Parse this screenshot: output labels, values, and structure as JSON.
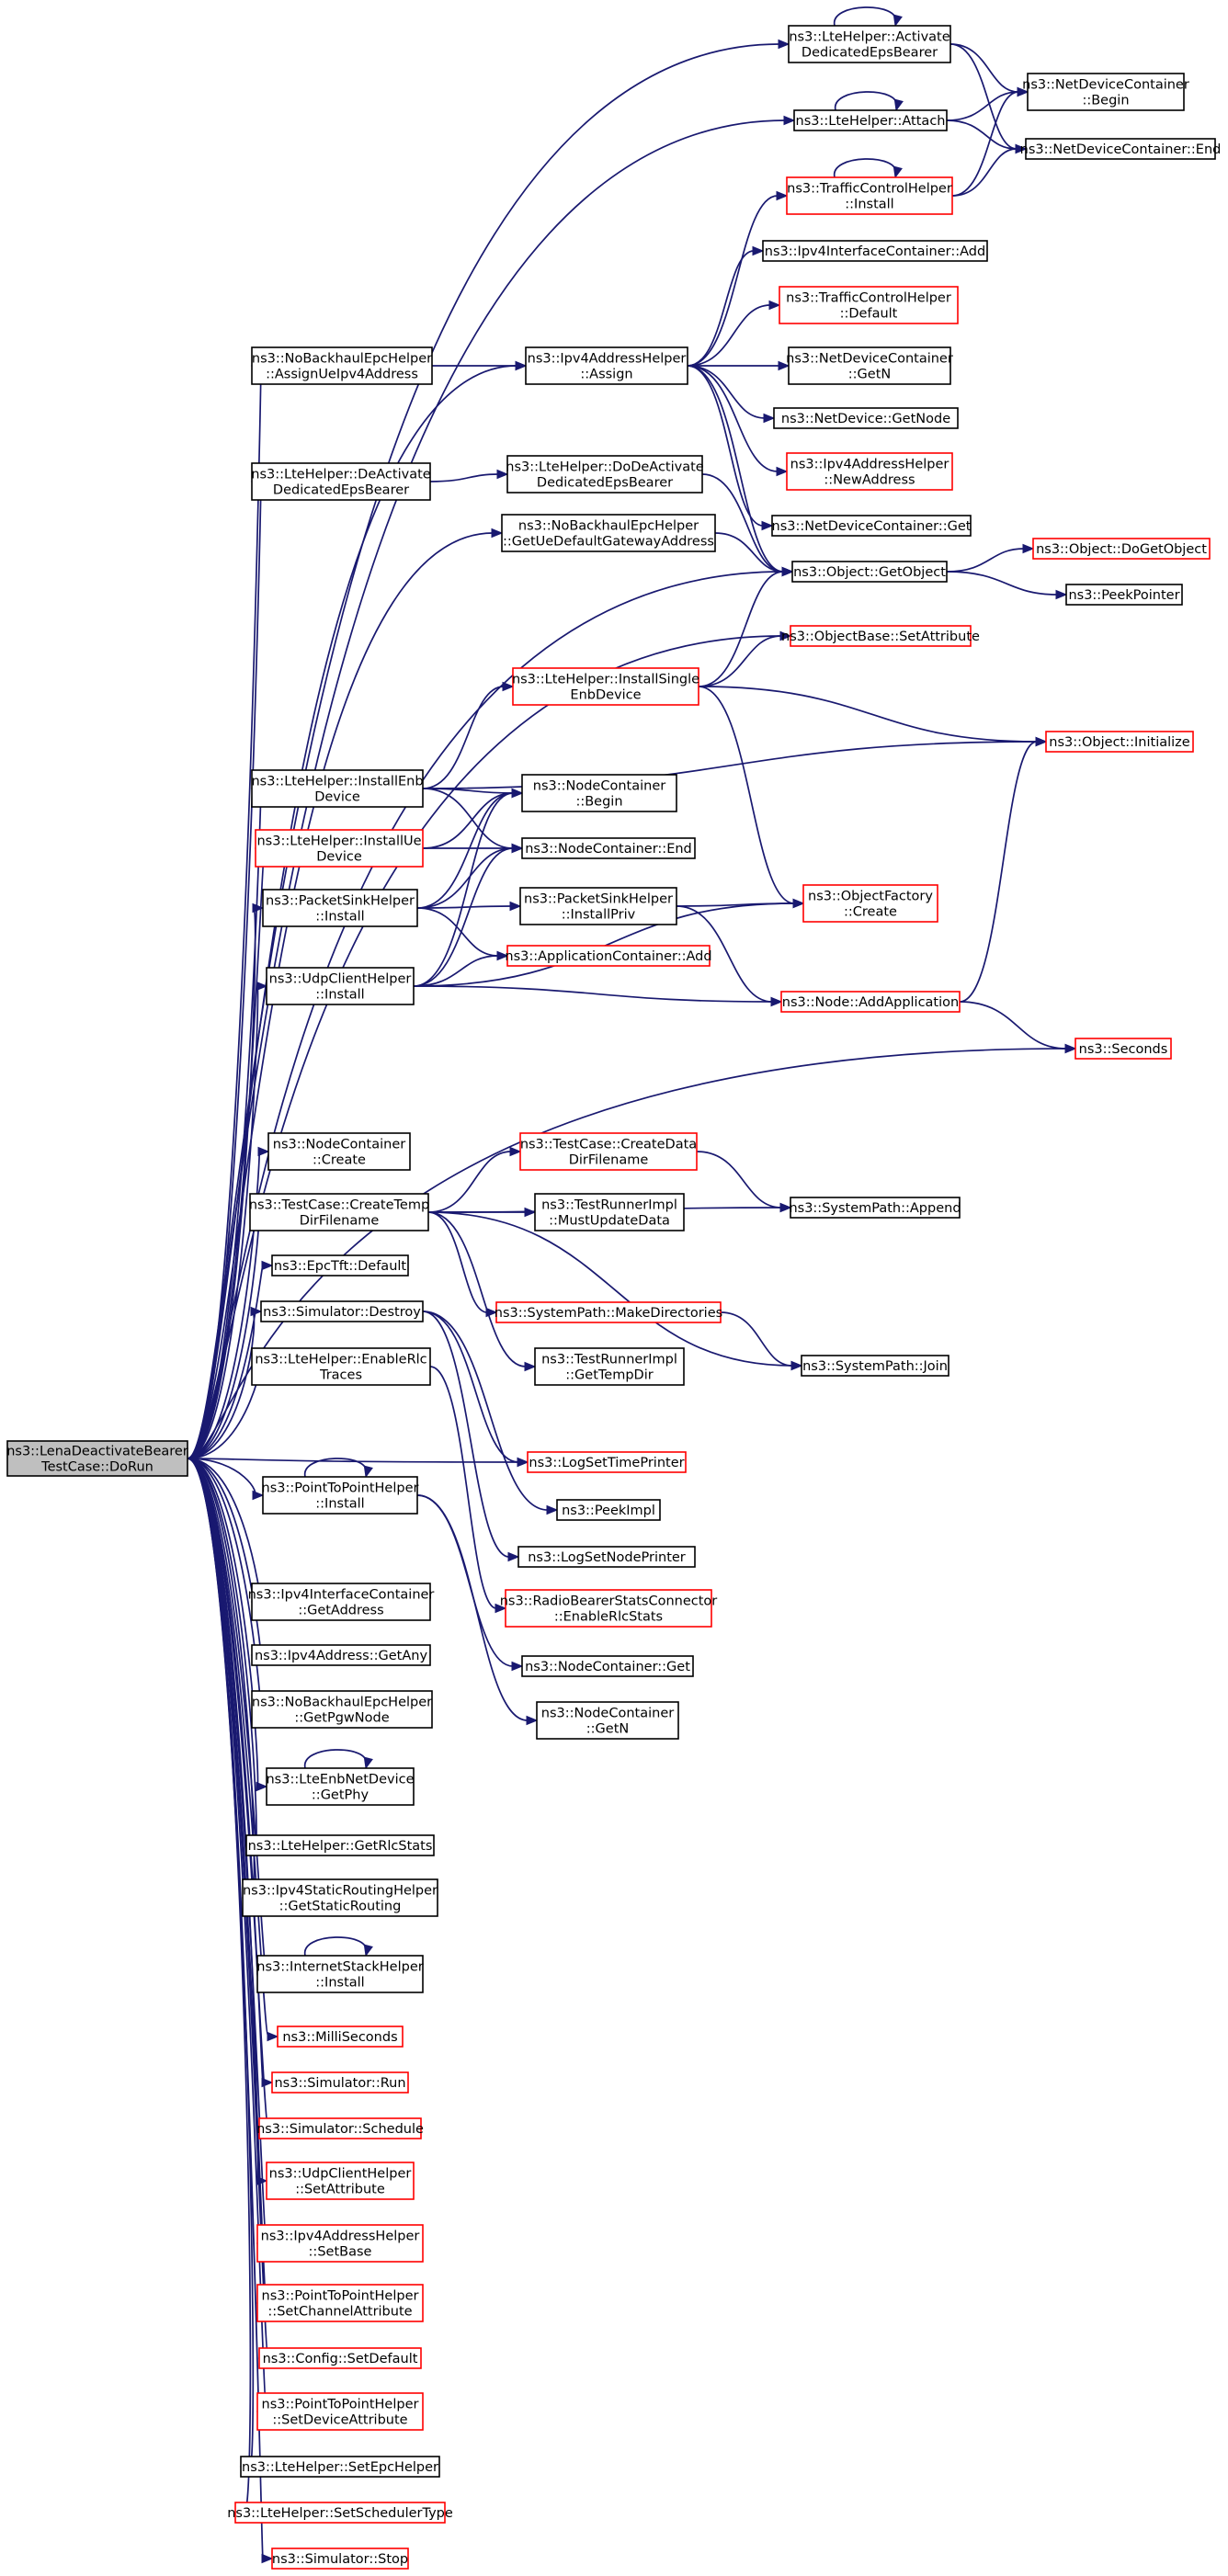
{
  "diagram": {
    "title": "",
    "colors": {
      "edge": "#191970",
      "black_border": "#000000",
      "red_border": "#ff0000",
      "root_fill": "#bfbfbf",
      "node_fill": "#ffffff"
    },
    "nodes": [
      {
        "id": "root",
        "lines": [
          "ns3::LenaDeactivateBearer",
          "TestCase::DoRun"
        ],
        "border": "black",
        "root": true
      },
      {
        "id": "activate",
        "lines": [
          "ns3::LteHelper::Activate",
          "DedicatedEpsBearer"
        ],
        "border": "black"
      },
      {
        "id": "ndc_begin",
        "lines": [
          "ns3::NetDeviceContainer",
          "::Begin"
        ],
        "border": "black"
      },
      {
        "id": "attach",
        "lines": [
          "ns3::LteHelper::Attach"
        ],
        "border": "black"
      },
      {
        "id": "ndc_end",
        "lines": [
          "ns3::NetDeviceContainer::End"
        ],
        "border": "black"
      },
      {
        "id": "tch_install",
        "lines": [
          "ns3::TrafficControlHelper",
          "::Install"
        ],
        "border": "red"
      },
      {
        "id": "ipv4ic_add",
        "lines": [
          "ns3::Ipv4InterfaceContainer::Add"
        ],
        "border": "black"
      },
      {
        "id": "tch_default",
        "lines": [
          "ns3::TrafficControlHelper",
          "::Default"
        ],
        "border": "red"
      },
      {
        "id": "nobh_assign",
        "lines": [
          "ns3::NoBackhaulEpcHelper",
          "::AssignUeIpv4Address"
        ],
        "border": "black"
      },
      {
        "id": "ipv4ah_assign",
        "lines": [
          "ns3::Ipv4AddressHelper",
          "::Assign"
        ],
        "border": "black"
      },
      {
        "id": "ndc_getn",
        "lines": [
          "ns3::NetDeviceContainer",
          "::GetN"
        ],
        "border": "black"
      },
      {
        "id": "nd_getnode",
        "lines": [
          "ns3::NetDevice::GetNode"
        ],
        "border": "black"
      },
      {
        "id": "ipv4ah_newaddr",
        "lines": [
          "ns3::Ipv4AddressHelper",
          "::NewAddress"
        ],
        "border": "red"
      },
      {
        "id": "deactivate",
        "lines": [
          "ns3::LteHelper::DeActivate",
          "DedicatedEpsBearer"
        ],
        "border": "black"
      },
      {
        "id": "dodeactivate",
        "lines": [
          "ns3::LteHelper::DoDeActivate",
          "DedicatedEpsBearer"
        ],
        "border": "black"
      },
      {
        "id": "ndc_get",
        "lines": [
          "ns3::NetDeviceContainer::Get"
        ],
        "border": "black"
      },
      {
        "id": "nobh_gw",
        "lines": [
          "ns3::NoBackhaulEpcHelper",
          "::GetUeDefaultGatewayAddress"
        ],
        "border": "black"
      },
      {
        "id": "obj_getobject",
        "lines": [
          "ns3::Object::GetObject"
        ],
        "border": "black"
      },
      {
        "id": "obj_dogetobject",
        "lines": [
          "ns3::Object::DoGetObject"
        ],
        "border": "red"
      },
      {
        "id": "peekpointer",
        "lines": [
          "ns3::PeekPointer"
        ],
        "border": "black"
      },
      {
        "id": "objbase_setattr",
        "lines": [
          "ns3::ObjectBase::SetAttribute"
        ],
        "border": "red"
      },
      {
        "id": "installsingle",
        "lines": [
          "ns3::LteHelper::InstallSingle",
          "EnbDevice"
        ],
        "border": "red"
      },
      {
        "id": "obj_init",
        "lines": [
          "ns3::Object::Initialize"
        ],
        "border": "red"
      },
      {
        "id": "installenb",
        "lines": [
          "ns3::LteHelper::InstallEnb",
          "Device"
        ],
        "border": "black"
      },
      {
        "id": "nc_begin",
        "lines": [
          "ns3::NodeContainer",
          "::Begin"
        ],
        "border": "black"
      },
      {
        "id": "installue",
        "lines": [
          "ns3::LteHelper::InstallUe",
          "Device"
        ],
        "border": "red"
      },
      {
        "id": "nc_end",
        "lines": [
          "ns3::NodeContainer::End"
        ],
        "border": "black"
      },
      {
        "id": "psh_install",
        "lines": [
          "ns3::PacketSinkHelper",
          "::Install"
        ],
        "border": "black"
      },
      {
        "id": "psh_installpriv",
        "lines": [
          "ns3::PacketSinkHelper",
          "::InstallPriv"
        ],
        "border": "black"
      },
      {
        "id": "objfactory_create",
        "lines": [
          "ns3::ObjectFactory",
          "::Create"
        ],
        "border": "red"
      },
      {
        "id": "appc_add",
        "lines": [
          "ns3::ApplicationContainer::Add"
        ],
        "border": "red"
      },
      {
        "id": "uch_install",
        "lines": [
          "ns3::UdpClientHelper",
          "::Install"
        ],
        "border": "black"
      },
      {
        "id": "node_addapp",
        "lines": [
          "ns3::Node::AddApplication"
        ],
        "border": "red"
      },
      {
        "id": "seconds",
        "lines": [
          "ns3::Seconds"
        ],
        "border": "red"
      },
      {
        "id": "nc_create",
        "lines": [
          "ns3::NodeContainer",
          "::Create"
        ],
        "border": "black"
      },
      {
        "id": "tc_createdata",
        "lines": [
          "ns3::TestCase::CreateData",
          "DirFilename"
        ],
        "border": "red"
      },
      {
        "id": "tc_createtemp",
        "lines": [
          "ns3::TestCase::CreateTemp",
          "DirFilename"
        ],
        "border": "black"
      },
      {
        "id": "tri_mustupdate",
        "lines": [
          "ns3::TestRunnerImpl",
          "::MustUpdateData"
        ],
        "border": "black"
      },
      {
        "id": "sp_append",
        "lines": [
          "ns3::SystemPath::Append"
        ],
        "border": "black"
      },
      {
        "id": "epctft_default",
        "lines": [
          "ns3::EpcTft::Default"
        ],
        "border": "black"
      },
      {
        "id": "sim_destroy",
        "lines": [
          "ns3::Simulator::Destroy"
        ],
        "border": "black"
      },
      {
        "id": "sp_makedirs",
        "lines": [
          "ns3::SystemPath::MakeDirectories"
        ],
        "border": "red"
      },
      {
        "id": "enablerlc",
        "lines": [
          "ns3::LteHelper::EnableRlc",
          "Traces"
        ],
        "border": "black"
      },
      {
        "id": "tri_gettempdir",
        "lines": [
          "ns3::TestRunnerImpl",
          "::GetTempDir"
        ],
        "border": "black"
      },
      {
        "id": "sp_join",
        "lines": [
          "ns3::SystemPath::Join"
        ],
        "border": "black"
      },
      {
        "id": "logsettime",
        "lines": [
          "ns3::LogSetTimePrinter"
        ],
        "border": "red"
      },
      {
        "id": "p2p_install",
        "lines": [
          "ns3::PointToPointHelper",
          "::Install"
        ],
        "border": "black"
      },
      {
        "id": "peekimpl",
        "lines": [
          "ns3::PeekImpl"
        ],
        "border": "black"
      },
      {
        "id": "logsetnode",
        "lines": [
          "ns3::LogSetNodePrinter"
        ],
        "border": "black"
      },
      {
        "id": "ipv4ic_getaddr",
        "lines": [
          "ns3::Ipv4InterfaceContainer",
          "::GetAddress"
        ],
        "border": "black"
      },
      {
        "id": "rbsc_enablerlc",
        "lines": [
          "ns3::RadioBearerStatsConnector",
          "::EnableRlcStats"
        ],
        "border": "red"
      },
      {
        "id": "ipv4addr_getany",
        "lines": [
          "ns3::Ipv4Address::GetAny"
        ],
        "border": "black"
      },
      {
        "id": "nc_get",
        "lines": [
          "ns3::NodeContainer::Get"
        ],
        "border": "black"
      },
      {
        "id": "nobh_getpgw",
        "lines": [
          "ns3::NoBackhaulEpcHelper",
          "::GetPgwNode"
        ],
        "border": "black"
      },
      {
        "id": "nc_getn",
        "lines": [
          "ns3::NodeContainer",
          "::GetN"
        ],
        "border": "black"
      },
      {
        "id": "lteenb_getphy",
        "lines": [
          "ns3::LteEnbNetDevice",
          "::GetPhy"
        ],
        "border": "black"
      },
      {
        "id": "getrlcstats",
        "lines": [
          "ns3::LteHelper::GetRlcStats"
        ],
        "border": "black"
      },
      {
        "id": "ipv4srh_get",
        "lines": [
          "ns3::Ipv4StaticRoutingHelper",
          "::GetStaticRouting"
        ],
        "border": "black"
      },
      {
        "id": "ish_install",
        "lines": [
          "ns3::InternetStackHelper",
          "::Install"
        ],
        "border": "black"
      },
      {
        "id": "milliseconds",
        "lines": [
          "ns3::MilliSeconds"
        ],
        "border": "red"
      },
      {
        "id": "sim_run",
        "lines": [
          "ns3::Simulator::Run"
        ],
        "border": "red"
      },
      {
        "id": "sim_schedule",
        "lines": [
          "ns3::Simulator::Schedule"
        ],
        "border": "red"
      },
      {
        "id": "uch_setattr",
        "lines": [
          "ns3::UdpClientHelper",
          "::SetAttribute"
        ],
        "border": "red"
      },
      {
        "id": "ipv4ah_setbase",
        "lines": [
          "ns3::Ipv4AddressHelper",
          "::SetBase"
        ],
        "border": "red"
      },
      {
        "id": "p2p_setchannel",
        "lines": [
          "ns3::PointToPointHelper",
          "::SetChannelAttribute"
        ],
        "border": "red"
      },
      {
        "id": "config_setdefault",
        "lines": [
          "ns3::Config::SetDefault"
        ],
        "border": "red"
      },
      {
        "id": "p2p_setdevice",
        "lines": [
          "ns3::PointToPointHelper",
          "::SetDeviceAttribute"
        ],
        "border": "red"
      },
      {
        "id": "setepchelper",
        "lines": [
          "ns3::LteHelper::SetEpcHelper"
        ],
        "border": "black"
      },
      {
        "id": "setscheduler",
        "lines": [
          "ns3::LteHelper::SetSchedulerType"
        ],
        "border": "red"
      },
      {
        "id": "sim_stop",
        "lines": [
          "ns3::Simulator::Stop"
        ],
        "border": "red"
      }
    ],
    "edges": [
      [
        "root",
        "activate"
      ],
      [
        "root",
        "attach"
      ],
      [
        "root",
        "ipv4ah_assign"
      ],
      [
        "root",
        "nobh_assign"
      ],
      [
        "root",
        "deactivate"
      ],
      [
        "root",
        "nobh_gw"
      ],
      [
        "root",
        "obj_getobject"
      ],
      [
        "root",
        "objbase_setattr"
      ],
      [
        "root",
        "installenb"
      ],
      [
        "root",
        "installue"
      ],
      [
        "root",
        "psh_install"
      ],
      [
        "root",
        "uch_install"
      ],
      [
        "root",
        "seconds"
      ],
      [
        "root",
        "nc_create"
      ],
      [
        "root",
        "tc_createtemp"
      ],
      [
        "root",
        "epctft_default"
      ],
      [
        "root",
        "sim_destroy"
      ],
      [
        "root",
        "enablerlc"
      ],
      [
        "root",
        "logsettime"
      ],
      [
        "root",
        "p2p_install"
      ],
      [
        "root",
        "ipv4ic_getaddr"
      ],
      [
        "root",
        "ipv4addr_getany"
      ],
      [
        "root",
        "nobh_getpgw"
      ],
      [
        "root",
        "lteenb_getphy"
      ],
      [
        "root",
        "getrlcstats"
      ],
      [
        "root",
        "ipv4srh_get"
      ],
      [
        "root",
        "ish_install"
      ],
      [
        "root",
        "milliseconds"
      ],
      [
        "root",
        "sim_run"
      ],
      [
        "root",
        "sim_schedule"
      ],
      [
        "root",
        "uch_setattr"
      ],
      [
        "root",
        "ipv4ah_setbase"
      ],
      [
        "root",
        "p2p_setchannel"
      ],
      [
        "root",
        "config_setdefault"
      ],
      [
        "root",
        "p2p_setdevice"
      ],
      [
        "root",
        "setepchelper"
      ],
      [
        "root",
        "setscheduler"
      ],
      [
        "root",
        "sim_stop"
      ],
      [
        "activate",
        "activate"
      ],
      [
        "activate",
        "ndc_begin"
      ],
      [
        "activate",
        "ndc_end"
      ],
      [
        "attach",
        "attach"
      ],
      [
        "attach",
        "ndc_begin"
      ],
      [
        "attach",
        "ndc_end"
      ],
      [
        "tch_install",
        "tch_install"
      ],
      [
        "tch_install",
        "ndc_begin"
      ],
      [
        "tch_install",
        "ndc_end"
      ],
      [
        "nobh_assign",
        "ipv4ah_assign"
      ],
      [
        "ipv4ah_assign",
        "tch_install"
      ],
      [
        "ipv4ah_assign",
        "ipv4ic_add"
      ],
      [
        "ipv4ah_assign",
        "tch_default"
      ],
      [
        "ipv4ah_assign",
        "ndc_getn"
      ],
      [
        "ipv4ah_assign",
        "nd_getnode"
      ],
      [
        "ipv4ah_assign",
        "ipv4ah_newaddr"
      ],
      [
        "ipv4ah_assign",
        "ndc_get"
      ],
      [
        "ipv4ah_assign",
        "obj_getobject"
      ],
      [
        "deactivate",
        "dodeactivate"
      ],
      [
        "dodeactivate",
        "obj_getobject"
      ],
      [
        "nobh_gw",
        "obj_getobject"
      ],
      [
        "obj_getobject",
        "obj_dogetobject"
      ],
      [
        "obj_getobject",
        "peekpointer"
      ],
      [
        "installsingle",
        "obj_getobject"
      ],
      [
        "installsingle",
        "objbase_setattr"
      ],
      [
        "installsingle",
        "obj_init"
      ],
      [
        "installsingle",
        "objfactory_create"
      ],
      [
        "installenb",
        "installsingle"
      ],
      [
        "installenb",
        "obj_init"
      ],
      [
        "installenb",
        "nc_begin"
      ],
      [
        "installenb",
        "nc_end"
      ],
      [
        "installue",
        "nc_begin"
      ],
      [
        "installue",
        "nc_end"
      ],
      [
        "psh_install",
        "nc_begin"
      ],
      [
        "psh_install",
        "nc_end"
      ],
      [
        "psh_install",
        "psh_installpriv"
      ],
      [
        "psh_install",
        "appc_add"
      ],
      [
        "psh_installpriv",
        "objfactory_create"
      ],
      [
        "psh_installpriv",
        "node_addapp"
      ],
      [
        "uch_install",
        "nc_begin"
      ],
      [
        "uch_install",
        "nc_end"
      ],
      [
        "uch_install",
        "appc_add"
      ],
      [
        "uch_install",
        "objfactory_create"
      ],
      [
        "uch_install",
        "node_addapp"
      ],
      [
        "node_addapp",
        "obj_init"
      ],
      [
        "node_addapp",
        "seconds"
      ],
      [
        "tc_createtemp",
        "tc_createdata"
      ],
      [
        "tc_createtemp",
        "tri_mustupdate"
      ],
      [
        "tc_createtemp",
        "sp_append"
      ],
      [
        "tc_createtemp",
        "sp_makedirs"
      ],
      [
        "tc_createtemp",
        "tri_gettempdir"
      ],
      [
        "tc_createtemp",
        "sp_join"
      ],
      [
        "tc_createdata",
        "sp_append"
      ],
      [
        "sp_makedirs",
        "sp_join"
      ],
      [
        "sim_destroy",
        "logsettime"
      ],
      [
        "sim_destroy",
        "peekimpl"
      ],
      [
        "sim_destroy",
        "logsetnode"
      ],
      [
        "enablerlc",
        "rbsc_enablerlc"
      ],
      [
        "p2p_install",
        "p2p_install"
      ],
      [
        "p2p_install",
        "nc_get"
      ],
      [
        "p2p_install",
        "nc_getn"
      ],
      [
        "lteenb_getphy",
        "lteenb_getphy"
      ],
      [
        "ish_install",
        "ish_install"
      ]
    ]
  }
}
